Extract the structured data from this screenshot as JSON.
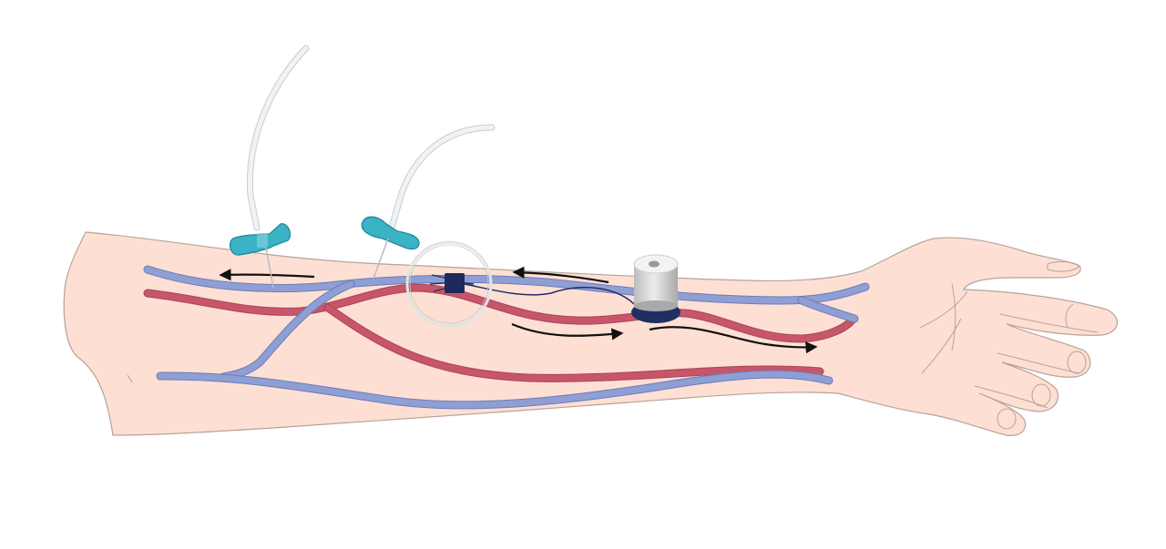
{
  "colors": {
    "skin": "#fde0d3",
    "skin_outline": "#b8a29a",
    "vein": "#8f9fd4",
    "vein_edge": "#6b7cb9",
    "artery": "#c7566a",
    "artery_edge": "#a8455a",
    "needle_wing": "#3ab3c7",
    "needle_wing_edge": "#2a8fa1",
    "tube": "#f1f2f4",
    "tube_edge": "#c9ccd2",
    "catheter_hub": "#1f2a5a",
    "magnifier_ring": "#e6e6e6",
    "sensor_cap_top": "#f0f0f0",
    "sensor_cap_side": "#c9c9c9",
    "sensor_base": "#1f2f63",
    "arrow": "#111111"
  },
  "elements": {
    "forearm": "forearm-with-hand",
    "veins": [
      "upper-superficial-vein",
      "lower-superficial-vein",
      "connecting-vein"
    ],
    "arteries": [
      "radial-artery",
      "ulnar-artery"
    ],
    "devices": [
      "butterfly-needle-1",
      "butterfly-needle-2",
      "intravascular-catheter",
      "wearable-sensor"
    ],
    "flow_arrows": [
      "venous-flow-arrow-left",
      "venous-flow-arrow-mid",
      "arterial-flow-arrow-1",
      "arterial-flow-arrow-2"
    ]
  }
}
